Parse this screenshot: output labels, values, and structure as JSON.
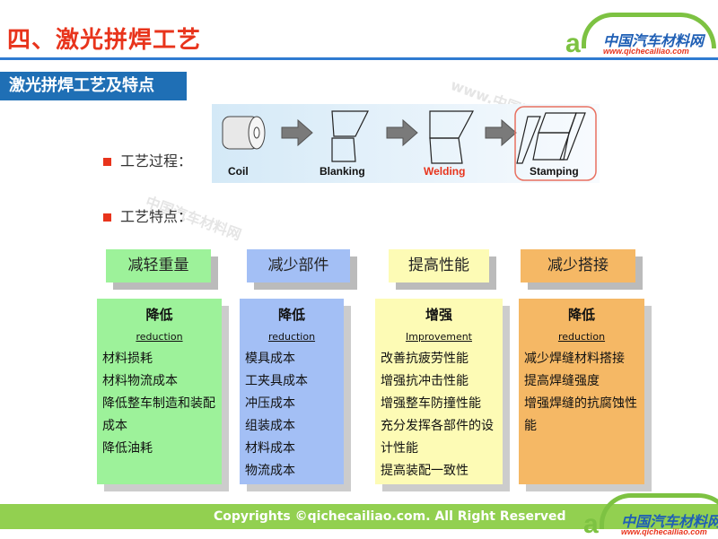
{
  "header": {
    "title": "四、激光拼焊工艺",
    "logo_cn": "中国汽车材料网",
    "logo_url": "www.qichecailiao.com"
  },
  "section": {
    "subtitle": "激光拼焊工艺及特点"
  },
  "bullets": {
    "process": "工艺过程：",
    "features": "工艺特点："
  },
  "process_steps": [
    "Coil",
    "Blanking",
    "Welding",
    "Stamping"
  ],
  "columns": [
    {
      "title": "减轻重量",
      "heading": "降低",
      "en": "reduction",
      "items": [
        "材料损耗",
        "材料物流成本",
        "降低整车制造和装配成本",
        "降低油耗"
      ],
      "color": "#9df29a"
    },
    {
      "title": "减少部件",
      "heading": "降低",
      "en": "reduction",
      "items": [
        "模具成本",
        "工夹具成本",
        "冲压成本",
        "组装成本",
        "材料成本",
        "物流成本"
      ],
      "color": "#a3bff5"
    },
    {
      "title": "提高性能",
      "heading": "增强",
      "en": "Improvement",
      "items": [
        "改善抗疲劳性能",
        "增强抗冲击性能",
        "增强整车防撞性能",
        "充分发挥各部件的设计性能",
        "提高装配一致性"
      ],
      "color": "#fdfbb5"
    },
    {
      "title": "减少搭接",
      "heading": "降低",
      "en": "reduction",
      "items": [
        "减少焊缝材料搭接",
        "提高焊缝强度",
        "增强焊缝的抗腐蚀性能"
      ],
      "color": "#f5b865"
    }
  ],
  "footer": {
    "copyright": "Copyrights ©qichecailiao.com. All Right Reserved"
  }
}
